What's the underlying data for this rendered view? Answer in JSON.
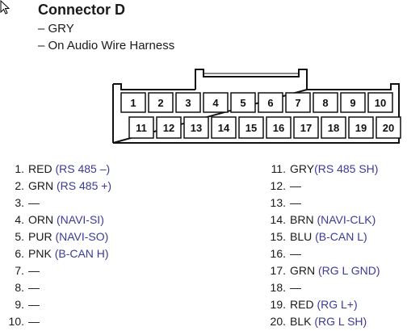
{
  "header": {
    "title": "Connector D",
    "lines": [
      "– GRY",
      "– On Audio Wire Harness"
    ]
  },
  "connector": {
    "top_row": [
      "1",
      "2",
      "3",
      "4",
      "5",
      "6",
      "7",
      "8",
      "9",
      "10"
    ],
    "bottom_row": [
      "11",
      "12",
      "13",
      "14",
      "15",
      "16",
      "17",
      "18",
      "19",
      "20"
    ]
  },
  "pins_left": [
    {
      "num": "1.",
      "wire": "RED ",
      "signal": "(RS 485 –)"
    },
    {
      "num": "2.",
      "wire": "GRN ",
      "signal": "(RS 485 +)"
    },
    {
      "num": "3.",
      "wire": "—",
      "signal": ""
    },
    {
      "num": "4.",
      "wire": "ORN ",
      "signal": "(NAVI-SI)"
    },
    {
      "num": "5.",
      "wire": "PUR ",
      "signal": "(NAVI-SO)"
    },
    {
      "num": "6.",
      "wire": "PNK ",
      "signal": "(B-CAN H)"
    },
    {
      "num": "7.",
      "wire": "—",
      "signal": ""
    },
    {
      "num": "8.",
      "wire": "—",
      "signal": ""
    },
    {
      "num": "9.",
      "wire": "—",
      "signal": ""
    },
    {
      "num": "10.",
      "wire": "—",
      "signal": ""
    }
  ],
  "pins_right": [
    {
      "num": "11.",
      "wire": "GRY",
      "signal": "(RS 485 SH)"
    },
    {
      "num": "12.",
      "wire": "—",
      "signal": ""
    },
    {
      "num": "13.",
      "wire": "—",
      "signal": ""
    },
    {
      "num": "14.",
      "wire": "BRN ",
      "signal": "(NAVI-CLK)"
    },
    {
      "num": "15.",
      "wire": "BLU ",
      "signal": "(B-CAN L)"
    },
    {
      "num": "16.",
      "wire": "—",
      "signal": ""
    },
    {
      "num": "17.",
      "wire": "GRN ",
      "signal": "(RG L GND)"
    },
    {
      "num": "18.",
      "wire": "—",
      "signal": ""
    },
    {
      "num": "19.",
      "wire": "RED ",
      "signal": "(RG L+)"
    },
    {
      "num": "20.",
      "wire": "BLK ",
      "signal": "(RG L SH)"
    }
  ]
}
